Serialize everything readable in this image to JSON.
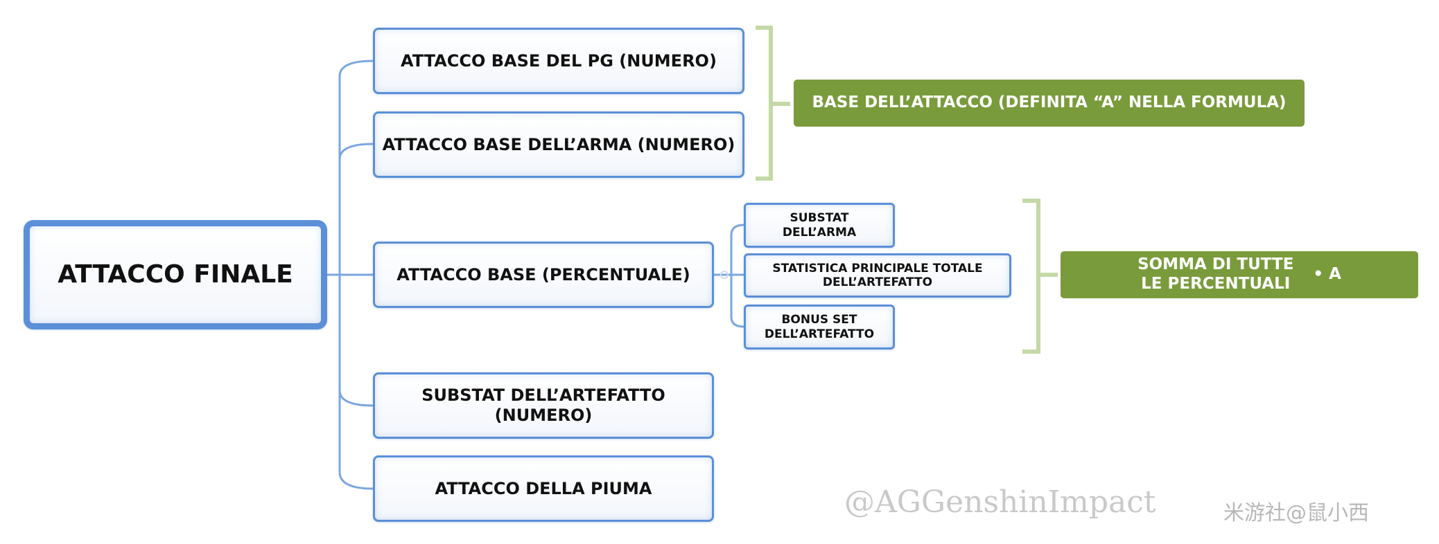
{
  "root": {
    "label": "ATTACCO FINALE"
  },
  "branches": [
    {
      "label": "ATTACCO BASE DEL PG (NUMERO)"
    },
    {
      "label": "ATTACCO BASE DELL’ARMA (NUMERO)"
    },
    {
      "label": "ATTACCO BASE (PERCENTUALE)"
    },
    {
      "label": "SUBSTAT DELL’ARTEFATTO\n(NUMERO)"
    },
    {
      "label": "ATTACCO DELLA PIUMA"
    }
  ],
  "percent_sources": [
    {
      "label": "SUBSTAT\nDELL’ARMA"
    },
    {
      "label": "STATISTICA PRINCIPALE TOTALE\nDELL’ARTEFATTO"
    },
    {
      "label": "BONUS SET\nDELL’ARTEFATTO"
    }
  ],
  "result_base": {
    "label": "BASE DELL’ATTACCO (DEFINITA “A” NELLA FORMULA)"
  },
  "result_percent": {
    "label": "SOMMA DI TUTTE\nLE PERCENTUALI",
    "multiplier": "• A"
  },
  "watermarks": {
    "left": "@AGGenshinImpact",
    "right": "米游社@鼠小西"
  },
  "colors": {
    "box_border": "#5b8fd8",
    "connector": "#7aa6e0",
    "bracket": "#c4d9a5",
    "result_fill": "#7a9b3c"
  }
}
